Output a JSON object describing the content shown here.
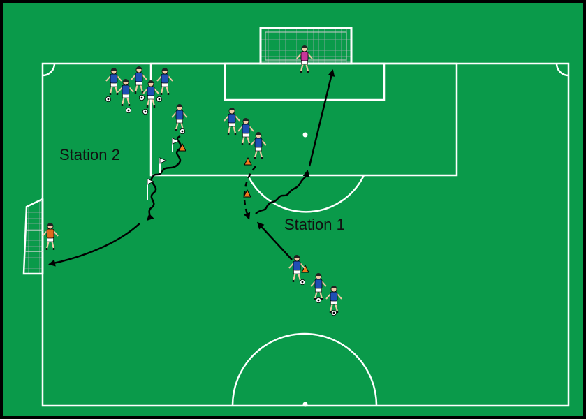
{
  "diagram": {
    "type": "soccer-training-drill",
    "colors": {
      "pitch": "#0a9a4a",
      "lines": "#ffffff",
      "frame": "#000000",
      "player_kit": "#1f4fb4",
      "goalkeeper_top_kit": "#c8359a",
      "goalkeeper_left_kit": "#e06a1e",
      "cone": "#f07a1e",
      "arrow": "#000000"
    },
    "labels": {
      "station1": "Station 1",
      "station2": "Station 2"
    }
  }
}
